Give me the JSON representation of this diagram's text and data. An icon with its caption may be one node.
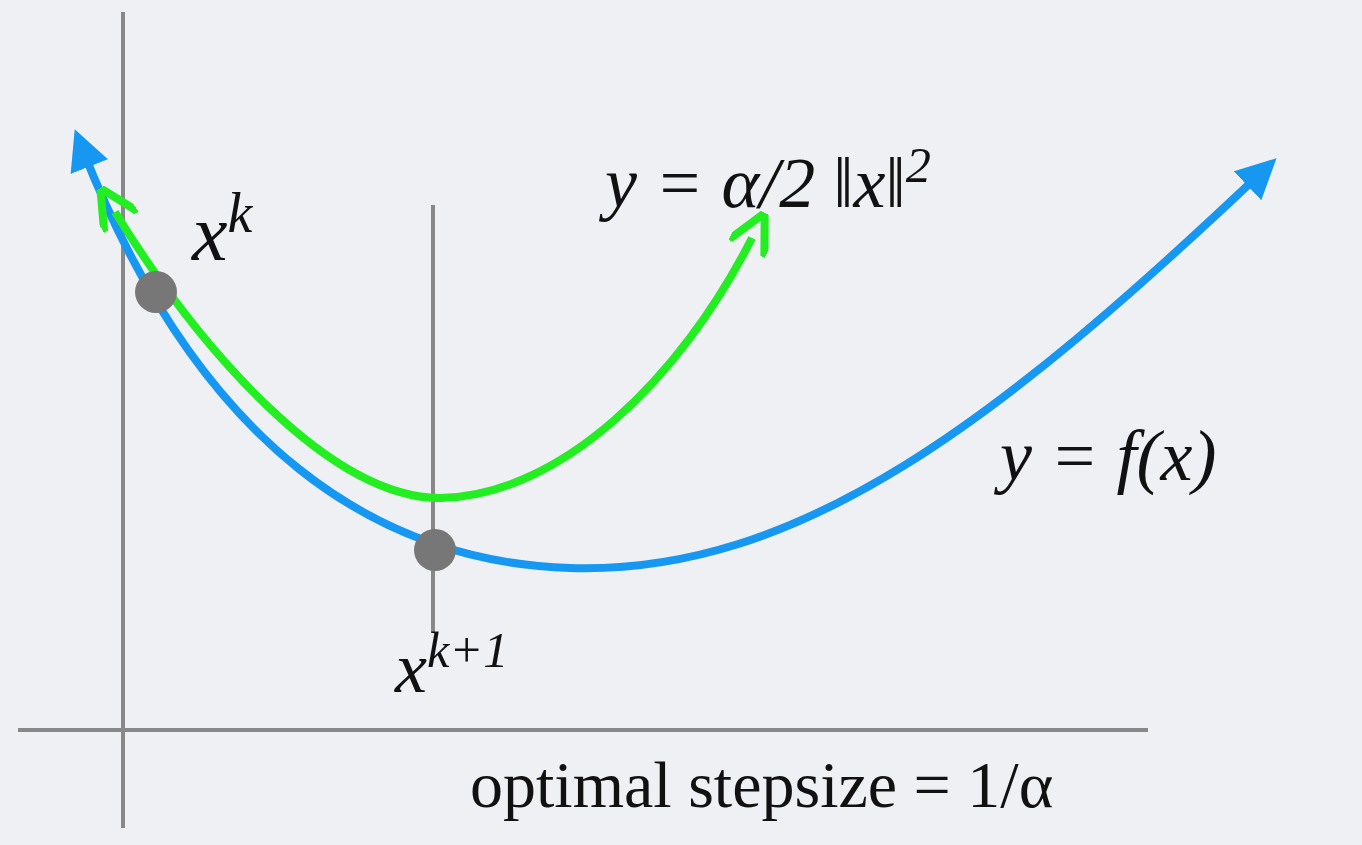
{
  "diagram": {
    "labels": [
      "y = α/2 ‖x‖$^{2}$",
      "x$^{k}$",
      "y = f(x)",
      "x$^{k+1}$",
      "optimal stepsize = 1/α"
    ]
  }
}
